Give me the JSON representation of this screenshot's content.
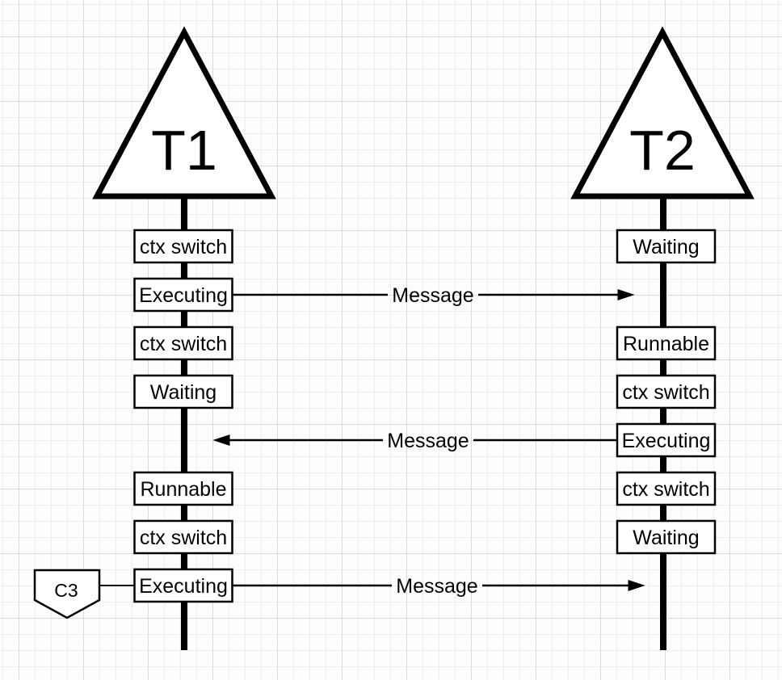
{
  "canvas": {
    "background": "#fdfdfd",
    "grid_minor_color": "#ededed",
    "grid_major_color": "#d9d9d9",
    "stroke_color": "#000000",
    "shape_fill": "#ffffff"
  },
  "diagram": {
    "threads": [
      {
        "name": "T1",
        "states": [
          "ctx switch",
          "Executing",
          "ctx switch",
          "Waiting",
          "Runnable",
          "ctx switch",
          "Executing"
        ]
      },
      {
        "name": "T2",
        "states": [
          "Waiting",
          "Runnable",
          "ctx switch",
          "Executing",
          "ctx switch",
          "Waiting"
        ]
      }
    ],
    "messages": [
      {
        "label": "Message",
        "from": "T1",
        "to": "T2"
      },
      {
        "label": "Message",
        "from": "T2",
        "to": "T1"
      },
      {
        "label": "Message",
        "from": "T1",
        "to": "T2"
      }
    ],
    "annotations": [
      {
        "label": "C3"
      }
    ]
  }
}
